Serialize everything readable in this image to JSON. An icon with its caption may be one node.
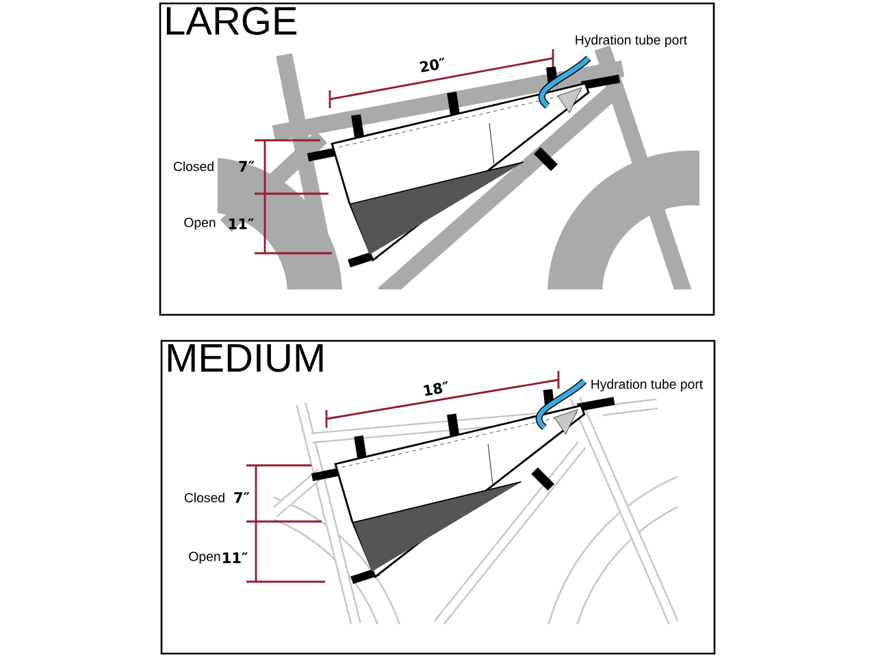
{
  "diagram": {
    "nodes": [
      {
        "text": [
          "LARGE"
        ]
      },
      {
        "text": [
          "MEDIUM"
        ]
      }
    ],
    "labels": [
      "Hydration tube port",
      "20″",
      "Closed",
      "7″",
      "Open",
      "11″",
      "18″",
      "Hydration tube port",
      "Closed",
      "7″",
      "Open",
      "11″"
    ]
  }
}
